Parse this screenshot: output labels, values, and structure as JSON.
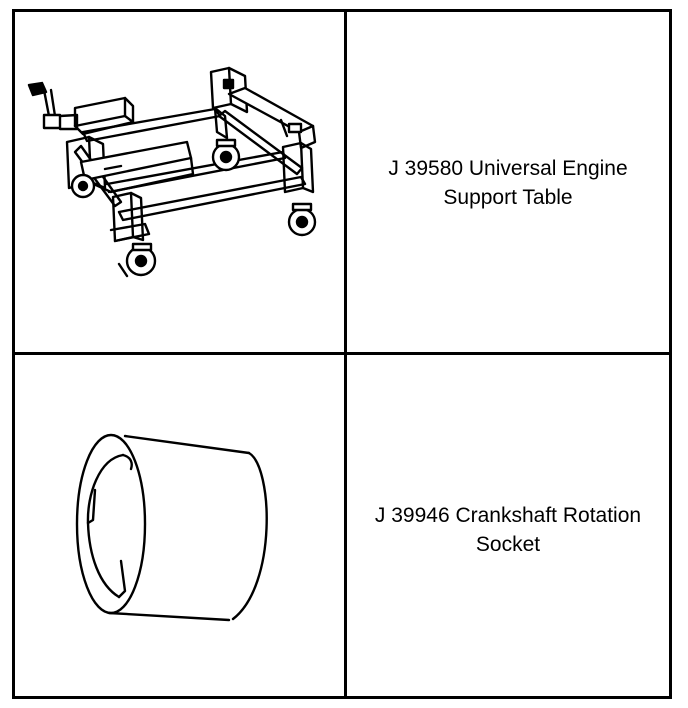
{
  "tools": [
    {
      "icon": "engine-support-table-icon",
      "line1": "J 39580 Universal Engine",
      "line2": "Support Table"
    },
    {
      "icon": "crankshaft-socket-icon",
      "line1": "J 39946 Crankshaft Rotation",
      "line2": "Socket"
    }
  ]
}
